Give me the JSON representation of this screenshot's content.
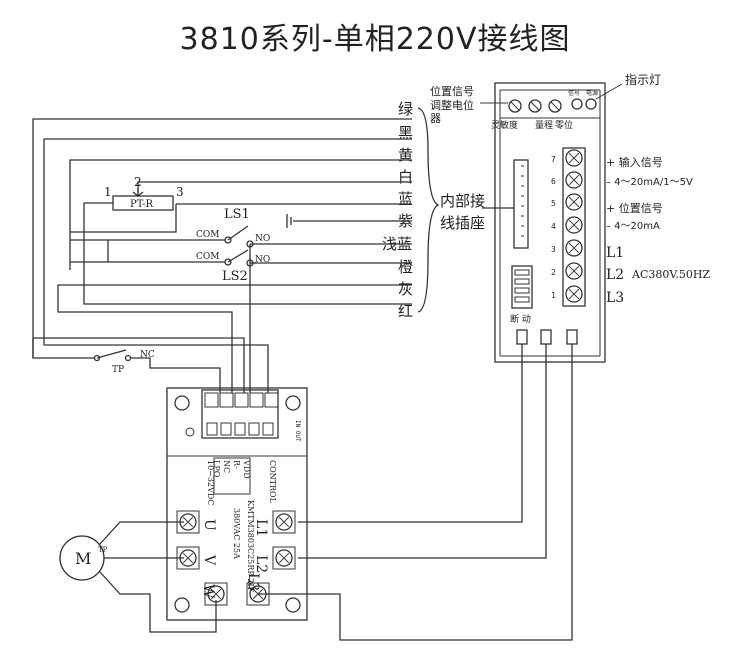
{
  "title": "3810系列-单相220V接线图",
  "wire_colors": [
    "绿",
    "黑",
    "黄",
    "白",
    "蓝",
    "紫",
    "浅蓝",
    "橙",
    "灰",
    "红"
  ],
  "pot": {
    "pin1": "1",
    "pin2": "2",
    "pin3": "3",
    "label": "PT-R"
  },
  "switches": {
    "ls1": "LS1",
    "ls2": "LS2",
    "com": "COM",
    "no": "NO",
    "tp": "TP",
    "nc": "NC"
  },
  "socket_label": [
    "内部接",
    "线插座"
  ],
  "controller": {
    "top_labels": [
      "位置信号",
      "调整电位",
      "器"
    ],
    "pot_labels": [
      "灵敏度",
      "量程",
      "零位"
    ],
    "led_labels": [
      "信号",
      "电源"
    ],
    "indicator": "指示灯",
    "terminal_numbers": [
      "7",
      "6",
      "5",
      "4",
      "3",
      "2",
      "1"
    ],
    "input_signal": [
      "+ 输入信号",
      "– 4～20mA/1～5V"
    ],
    "position_signal": [
      "+ 位置信号",
      "– 4～20mA"
    ],
    "power_terminals": [
      "L1",
      "L2",
      "L3"
    ],
    "power_spec": "AC380V.50HZ",
    "dip_label": "断  动"
  },
  "module": {
    "control_lines": [
      "CONTROL",
      "VDD",
      "R-",
      "NC",
      "LPO"
    ],
    "spec1": "10~32VDC",
    "spec2": "KMTM3803C25RP 2IF",
    "spec3": "380VAC 25A",
    "left_terms": [
      "U",
      "V",
      "W"
    ],
    "right_terms": [
      "L1",
      "L2",
      "L3"
    ],
    "side_text": "IN OUT"
  },
  "motor": {
    "label": "M",
    "tp": "TP"
  }
}
